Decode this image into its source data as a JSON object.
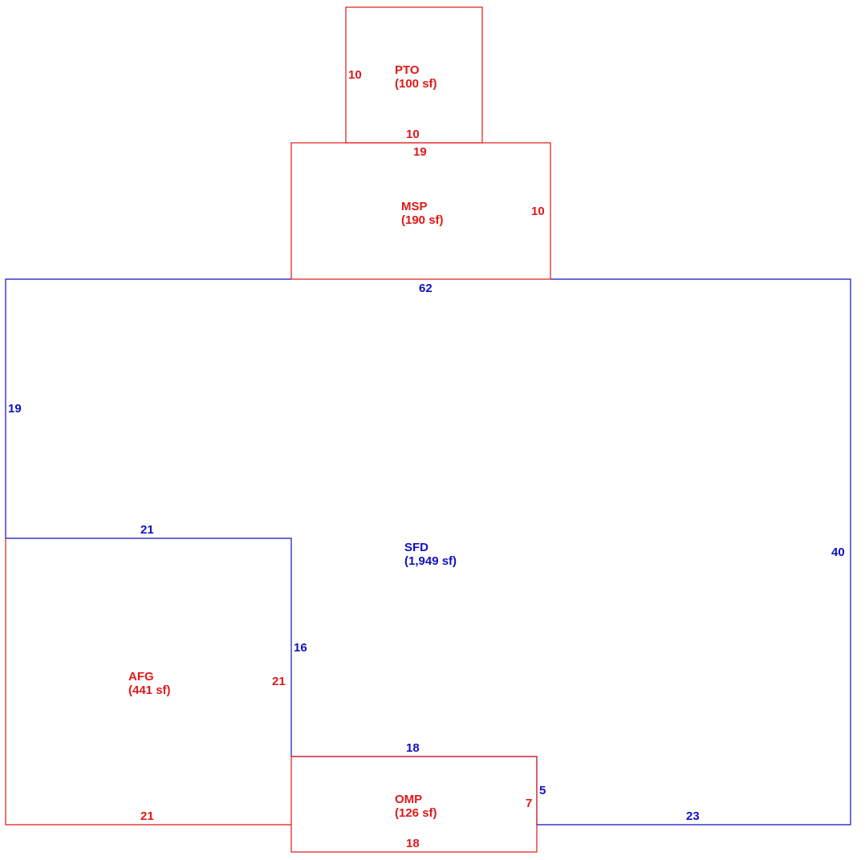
{
  "colors": {
    "living": "#1010c0",
    "addition": "#e01818",
    "background": "#ffffff"
  },
  "areas": {
    "pto": {
      "code": "PTO",
      "area": "(100 sf)",
      "dims": {
        "left": "10",
        "bottom": "10"
      }
    },
    "msp": {
      "code": "MSP",
      "area": "(190 sf)",
      "dims": {
        "top": "19",
        "right": "10"
      }
    },
    "sfd": {
      "code": "SFD",
      "area": "(1,949 sf)",
      "dims": {
        "top": "62",
        "left": "19",
        "right": "40",
        "notch_top": "21",
        "notch_side": "16",
        "bottom_inner": "18",
        "step": "5",
        "bottom_right": "23"
      }
    },
    "afg": {
      "code": "AFG",
      "area": "(441 sf)",
      "dims": {
        "right": "21",
        "bottom": "21"
      }
    },
    "omp": {
      "code": "OMP",
      "area": "(126 sf)",
      "dims": {
        "right": "7",
        "bottom": "18"
      }
    }
  }
}
